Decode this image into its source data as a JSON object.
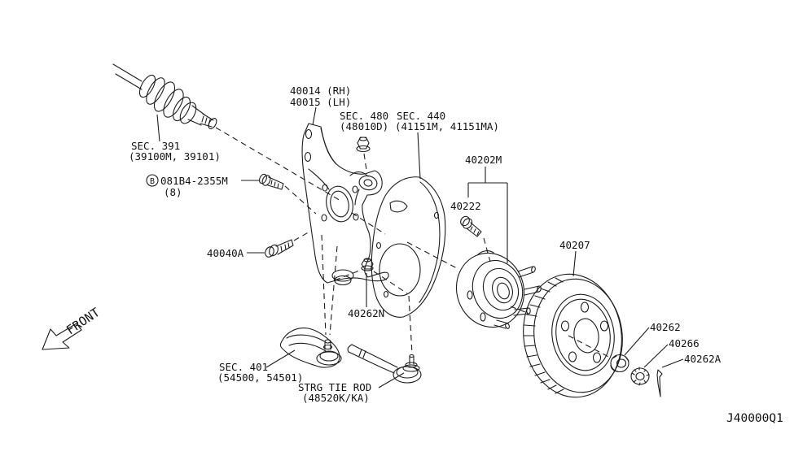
{
  "diagram": {
    "ref_code": "J40000Q1",
    "front_indicator": "FRONT",
    "line_color": "#1c1c1c",
    "background": "#ffffff",
    "parts": {
      "knuckle_rh": "40014 (RH)",
      "knuckle_lh": "40015 (LH)",
      "sec_391": "SEC. 391",
      "sec_391_refs": "(39100M, 39101)",
      "bolt_b_symbol": "B",
      "bolt_b_number": "081B4-2355M",
      "bolt_b_qty": "(8)",
      "sec_480": "SEC. 480",
      "sec_480_refs": "(48010D)",
      "sec_440": "SEC. 440",
      "sec_440_refs": "(41151M, 41151MA)",
      "hub_assembly": "40202M",
      "hub_bolt": "40222",
      "rotor": "40207",
      "knuckle_bolt": "40040A",
      "tie_rod_nut": "40262N",
      "sec_401": "SEC. 401",
      "sec_401_refs": "(54500, 54501)",
      "tie_rod": "STRG TIE ROD",
      "tie_rod_refs": "(48520K/KA)",
      "hub_nut": "40262",
      "lock_washer": "40266",
      "cotter_pin": "40262A"
    }
  }
}
